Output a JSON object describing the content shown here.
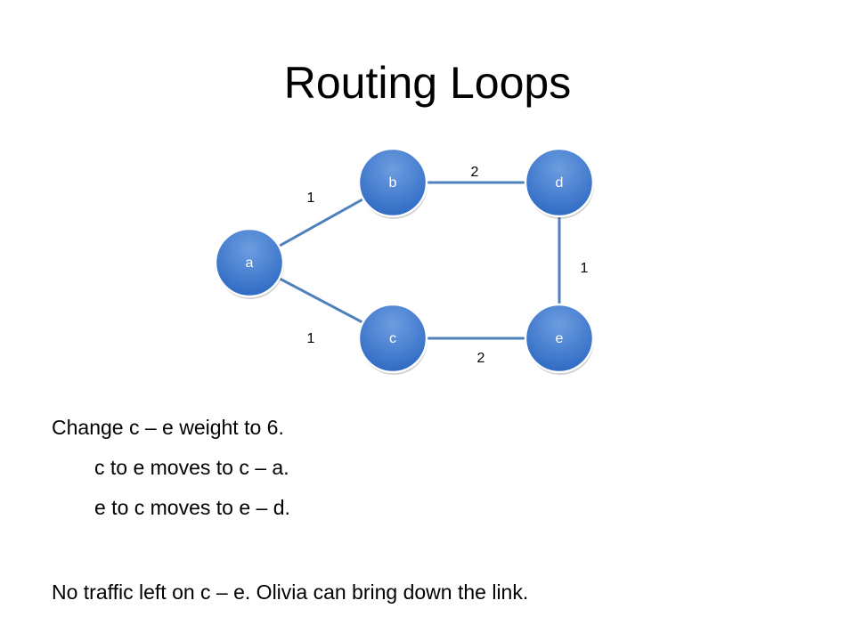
{
  "slide": {
    "title": "Routing Loops"
  },
  "graph": {
    "node_color": "#4a7ebb",
    "edge_color": "#4f81bd",
    "nodes": [
      {
        "id": "a",
        "label": "a"
      },
      {
        "id": "b",
        "label": "b"
      },
      {
        "id": "c",
        "label": "c"
      },
      {
        "id": "d",
        "label": "d"
      },
      {
        "id": "e",
        "label": "e"
      }
    ],
    "edges": [
      {
        "from": "a",
        "to": "b",
        "weight": "1"
      },
      {
        "from": "a",
        "to": "c",
        "weight": "1"
      },
      {
        "from": "b",
        "to": "d",
        "weight": "2"
      },
      {
        "from": "d",
        "to": "e",
        "weight": "1"
      },
      {
        "from": "c",
        "to": "e",
        "weight": "2"
      }
    ]
  },
  "body": {
    "line1": "Change c – e weight to 6.",
    "line2": "c to e moves to c – a.",
    "line3": "e to c moves to e – d.",
    "line4": "No traffic left on c – e. Olivia can bring down the link."
  }
}
